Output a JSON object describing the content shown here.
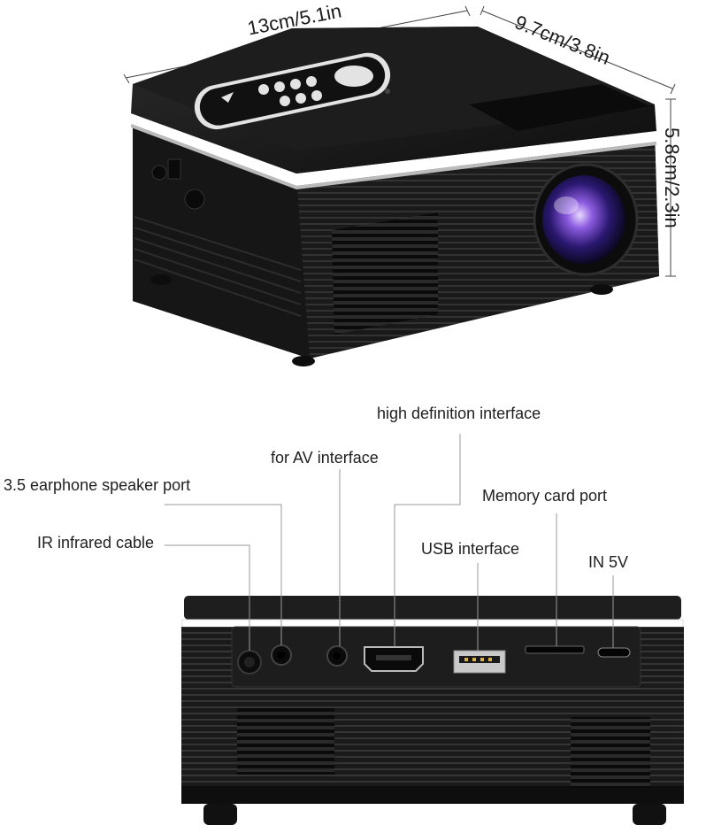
{
  "dimensions": {
    "length": "13cm/5.1in",
    "width": "9.7cm/3.8in",
    "height": "5.8cm/2.3in"
  },
  "ports": {
    "high_definition": "high definition interface",
    "av": "for AV interface",
    "earphone": "3.5 earphone speaker port",
    "memory_card": "Memory card port",
    "ir": "IR infrared cable",
    "usb": "USB interface",
    "power": "IN 5V"
  },
  "colors": {
    "body": "#1c1c1c",
    "stripe": "#ffffff",
    "lens_accent": "#7b3fd1",
    "leader_line": "#9a9a9a"
  }
}
